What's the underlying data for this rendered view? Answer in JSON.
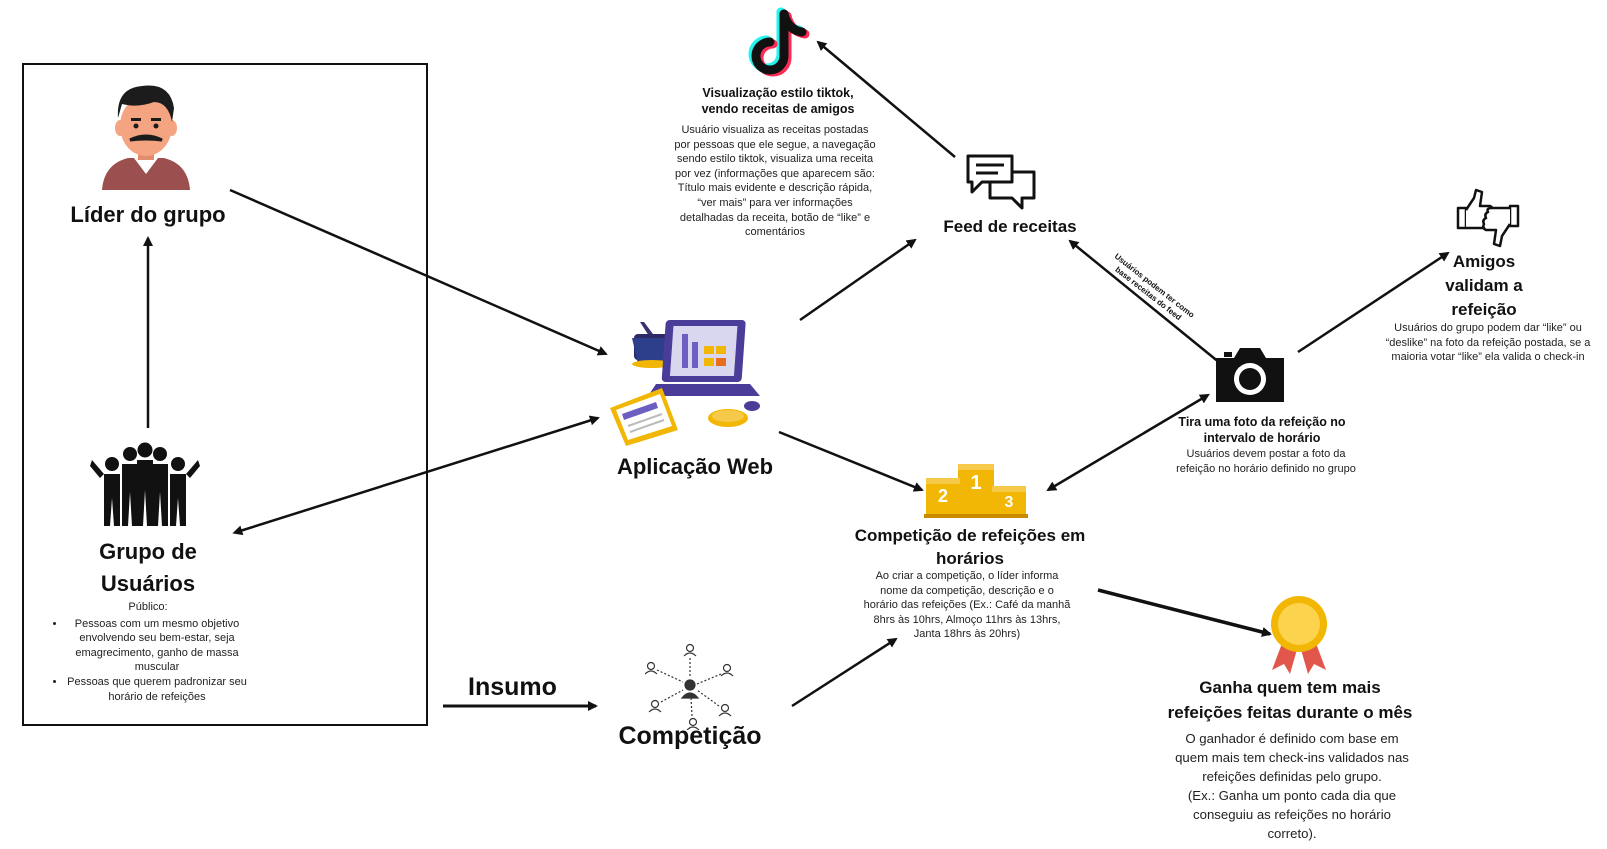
{
  "lider": {
    "title": "Líder do grupo"
  },
  "grupo": {
    "title_line1": "Grupo de",
    "title_line2": "Usuários",
    "publico_label": "Público:",
    "bullets": [
      "Pessoas com um mesmo objetivo envolvendo seu bem-estar, seja emagrecimento, ganho de massa muscular",
      "Pessoas que querem padronizar seu horário de refeições"
    ]
  },
  "insumo": {
    "label": "Insumo"
  },
  "competicao_input": {
    "label": "Competição"
  },
  "app": {
    "title": "Aplicação Web"
  },
  "tiktok": {
    "title_line1": "Visualização estilo tiktok,",
    "title_line2": "vendo receitas de amigos",
    "desc": "Usuário visualiza as receitas postadas por pessoas que ele segue, a navegação sendo estilo tiktok, visualiza uma receita por vez (informações que  aparecem são: Título mais evidente e descrição rápida, “ver mais” para ver informações detalhadas da receita, botão de “like” e comentários"
  },
  "feed": {
    "title": "Feed de receitas"
  },
  "feed_camera_note": {
    "line1": "Usuários podem ter como",
    "line2": "base receitas do feed"
  },
  "foto": {
    "title_line1": "Tira uma foto da refeição no",
    "title_line2": "intervalo de horário",
    "desc": "Usuários devem postar a foto da refeição no horário definido no grupo"
  },
  "amigos": {
    "title_line1": "Amigos",
    "title_line2": "validam a",
    "title_line3": "refeição",
    "desc": "Usuários do grupo podem dar “like” ou “deslike” na foto da refeição postada, se a maioria votar “like” ela valida o check-in"
  },
  "competicao_refeicoes": {
    "title_line1": "Competição de refeições em",
    "title_line2": "horários",
    "desc": "Ao criar a competição, o líder informa nome da competição, descrição e o horário das refeições (Ex.: Café da manhã 8hrs às 10hrs, Almoço 11hrs às 13hrs, Janta 18hrs às 20hrs)"
  },
  "podium": {
    "n1": "1",
    "n2": "2",
    "n3": "3"
  },
  "ganha": {
    "title_line1": "Ganha quem tem mais",
    "title_line2": "refeições feitas durante o mês",
    "desc_line1": "O ganhador é definido com base em quem mais tem check-ins validados nas refeições definidas pelo grupo.",
    "desc_line2": "(Ex.: Ganha um ponto cada dia que conseguiu as refeições no horário correto)."
  },
  "colors": {
    "gold": "#f2b705",
    "gold_dark": "#c98a00",
    "laptop_purple": "#4a3d9a",
    "skin": "#f5a482",
    "medal_red": "#e2574c"
  },
  "icons": [
    "man-avatar-icon",
    "user-group-icon",
    "network-people-icon",
    "laptop-icon",
    "tiktok-logo-icon",
    "chat-bubbles-icon",
    "camera-icon",
    "thumbs-up-down-icon",
    "podium-icon",
    "medal-icon"
  ]
}
